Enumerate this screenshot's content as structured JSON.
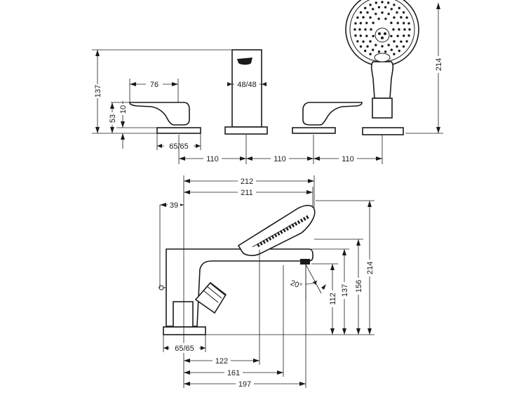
{
  "dimensions": {
    "top_handle_spacing": "76",
    "top_spout_width": "48/48",
    "top_total_height": "137",
    "top_handle_height": "53",
    "top_plate_height": "10",
    "top_base_width": "65/65",
    "spacing_1": "110",
    "spacing_2": "110",
    "spacing_3": "110",
    "top_shower_height": "214",
    "side_212": "212",
    "side_211": "211",
    "side_39": "39",
    "side_214": "214",
    "side_156": "156",
    "side_137": "137",
    "side_112": "112",
    "side_angle": "20°",
    "side_base_width": "65/65",
    "side_122": "122",
    "side_161": "161",
    "side_197": "197"
  }
}
